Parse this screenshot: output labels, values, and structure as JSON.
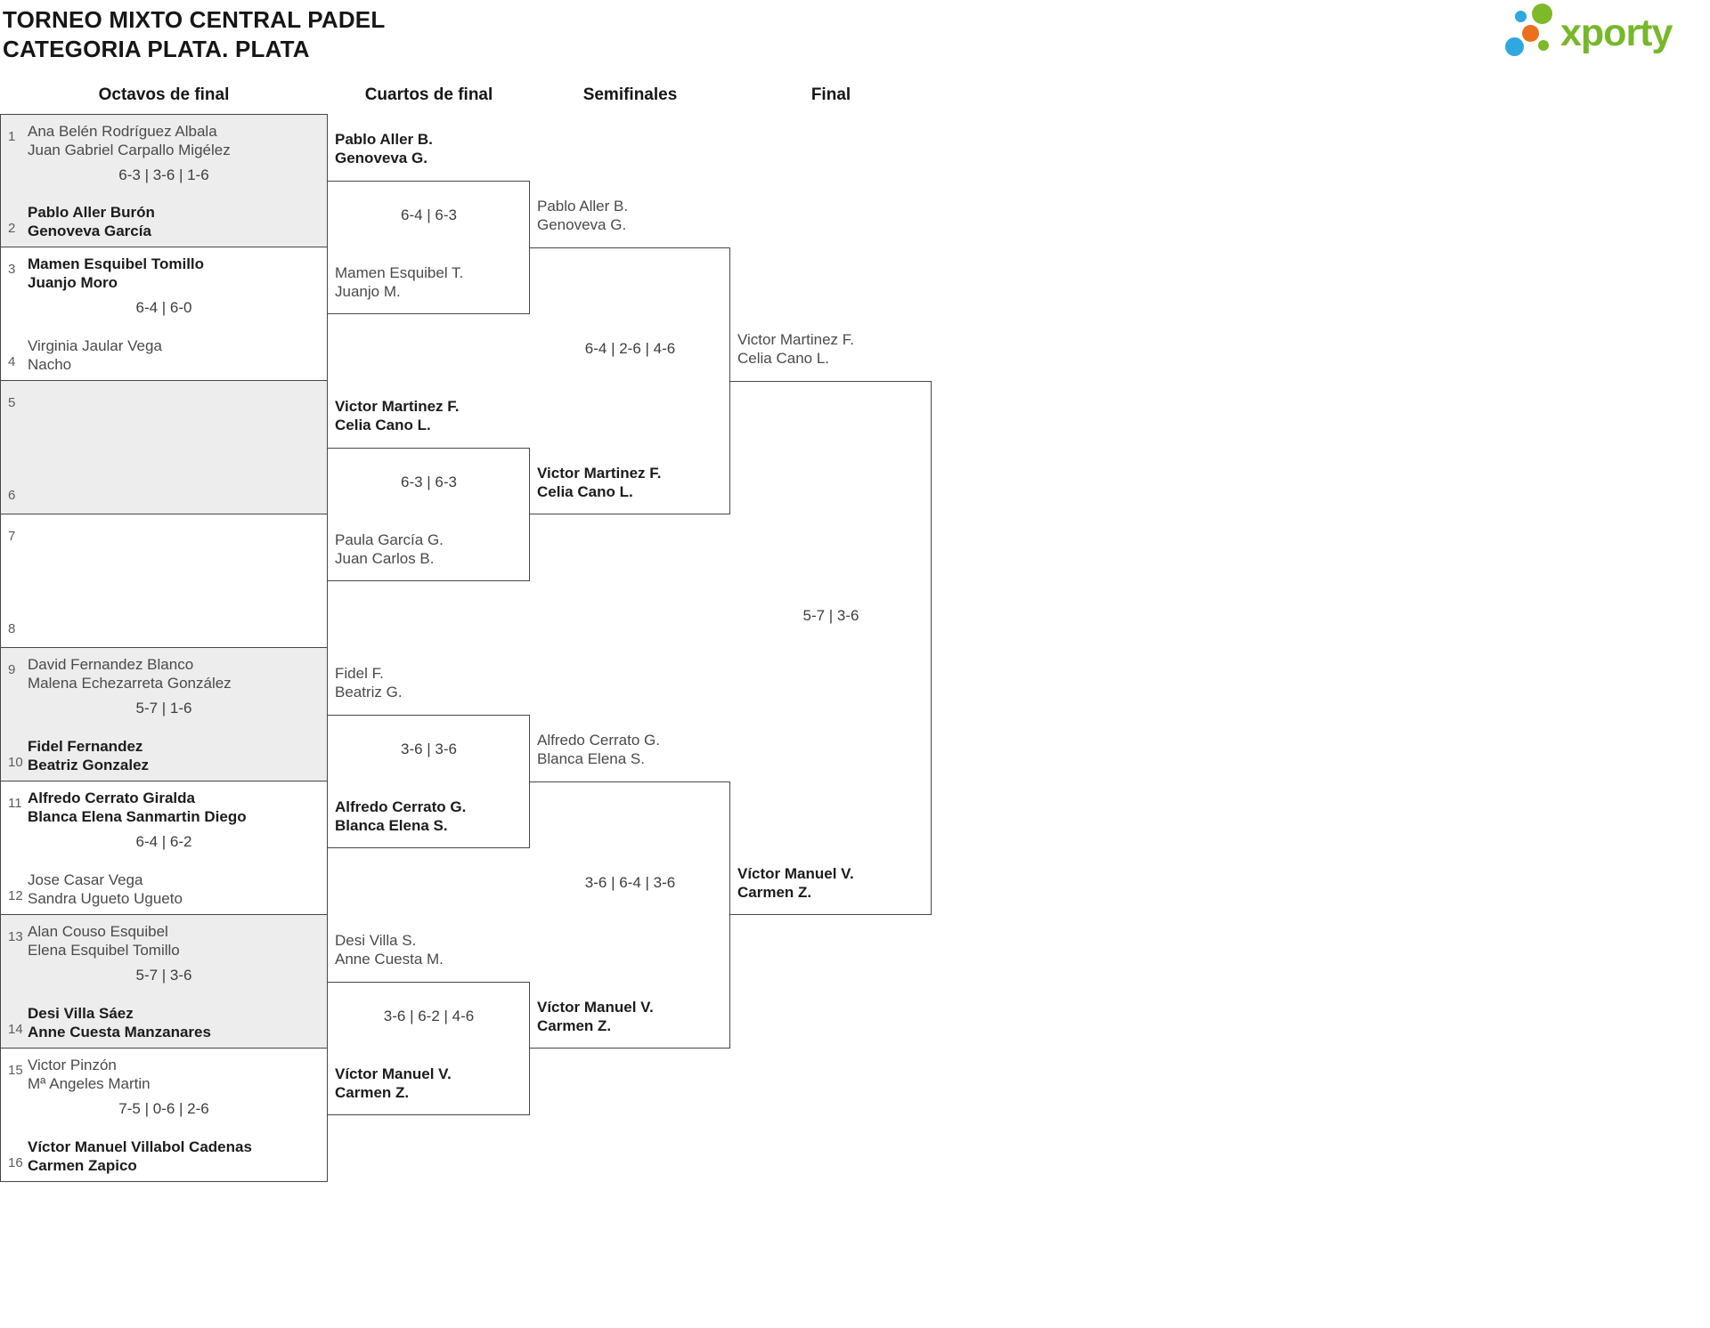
{
  "title": {
    "line1": "TORNEO MIXTO CENTRAL PADEL",
    "line2": "CATEGORIA PLATA. PLATA"
  },
  "logo": {
    "text": "xporty"
  },
  "colors": {
    "brand_green": "#77b82a",
    "brand_blue": "#2fa8e0",
    "brand_orange": "#ec6f1c",
    "line": "#474747",
    "shaded_row": "#ededed"
  },
  "rounds": [
    {
      "label": "Octavos de final"
    },
    {
      "label": "Cuartos de final"
    },
    {
      "label": "Semifinales"
    },
    {
      "label": "Final"
    }
  ],
  "octavos": [
    {
      "seed_top": "1",
      "seed_bottom": "2",
      "top": [
        "Ana Belén Rodríguez Albala",
        "Juan Gabriel Carpallo Migélez"
      ],
      "bottom": [
        "Pablo Aller Burón",
        "Genoveva García"
      ],
      "score": "6-3 | 3-6 | 1-6",
      "winner": "bottom"
    },
    {
      "seed_top": "3",
      "seed_bottom": "4",
      "top": [
        "Mamen Esquibel Tomillo",
        "Juanjo Moro"
      ],
      "bottom": [
        "Virginia Jaular Vega",
        "Nacho"
      ],
      "score": "6-4 | 6-0",
      "winner": "top"
    },
    {
      "seed_top": "5",
      "seed_bottom": "6",
      "top": [
        "",
        ""
      ],
      "bottom": [
        "",
        ""
      ],
      "score": "",
      "winner": null
    },
    {
      "seed_top": "7",
      "seed_bottom": "8",
      "top": [
        "",
        ""
      ],
      "bottom": [
        "",
        ""
      ],
      "score": "",
      "winner": null
    },
    {
      "seed_top": "9",
      "seed_bottom": "10",
      "top": [
        "David Fernandez Blanco",
        "Malena Echezarreta González"
      ],
      "bottom": [
        "Fidel Fernandez",
        "Beatriz Gonzalez"
      ],
      "score": "5-7 | 1-6",
      "winner": "bottom"
    },
    {
      "seed_top": "11",
      "seed_bottom": "12",
      "top": [
        "Alfredo Cerrato Giralda",
        "Blanca Elena Sanmartin Diego"
      ],
      "bottom": [
        "Jose Casar Vega",
        "Sandra Ugueto Ugueto"
      ],
      "score": "6-4 | 6-2",
      "winner": "top"
    },
    {
      "seed_top": "13",
      "seed_bottom": "14",
      "top": [
        "Alan Couso Esquibel",
        "Elena Esquibel Tomillo"
      ],
      "bottom": [
        "Desi Villa Sáez",
        "Anne Cuesta Manzanares"
      ],
      "score": "5-7 | 3-6",
      "winner": "bottom"
    },
    {
      "seed_top": "15",
      "seed_bottom": "16",
      "top": [
        "Victor Pinzón",
        "Mª Angeles Martin"
      ],
      "bottom": [
        "Víctor Manuel Villabol Cadenas",
        "Carmen Zapico"
      ],
      "score": "7-5 | 0-6 | 2-6",
      "winner": "bottom"
    }
  ],
  "cuartos": [
    {
      "top": [
        "Pablo Aller B.",
        "Genoveva G."
      ],
      "bottom": [
        "Mamen Esquibel T.",
        "Juanjo M."
      ],
      "score": "6-4 | 6-3",
      "winner": "top"
    },
    {
      "top": [
        "Victor Martinez F.",
        "Celia Cano L."
      ],
      "bottom": [
        "Paula García G.",
        "Juan Carlos B."
      ],
      "score": "6-3 | 6-3",
      "winner": "top"
    },
    {
      "top": [
        "Fidel F.",
        "Beatriz G."
      ],
      "bottom": [
        "Alfredo Cerrato G.",
        "Blanca Elena S."
      ],
      "score": "3-6 | 3-6",
      "winner": "bottom"
    },
    {
      "top": [
        "Desi Villa S.",
        "Anne Cuesta M."
      ],
      "bottom": [
        "Víctor Manuel V.",
        "Carmen Z."
      ],
      "score": "3-6 | 6-2 | 4-6",
      "winner": "bottom"
    }
  ],
  "semifinales": [
    {
      "top": [
        "Pablo Aller B.",
        "Genoveva G."
      ],
      "bottom": [
        "Victor Martinez F.",
        "Celia Cano L."
      ],
      "score": "6-4 | 2-6 | 4-6",
      "winner": "bottom"
    },
    {
      "top": [
        "Alfredo Cerrato G.",
        "Blanca Elena S."
      ],
      "bottom": [
        "Víctor Manuel V.",
        "Carmen Z."
      ],
      "score": "3-6 | 6-4 | 3-6",
      "winner": "bottom"
    }
  ],
  "final": {
    "top": [
      "Victor Martinez F.",
      "Celia Cano L."
    ],
    "bottom": [
      "Víctor Manuel V.",
      "Carmen Z."
    ],
    "score": "5-7 | 3-6",
    "winner": "bottom"
  }
}
